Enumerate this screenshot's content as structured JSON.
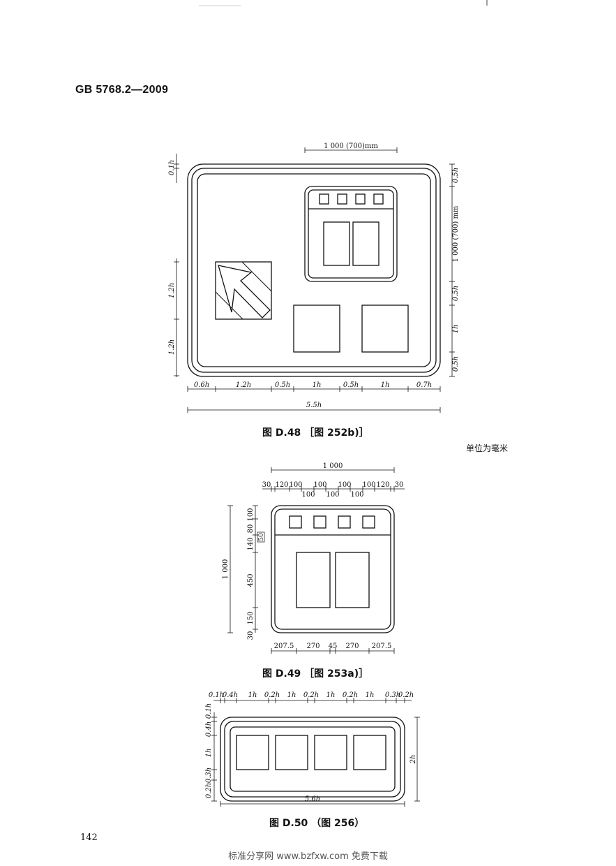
{
  "header": {
    "standard": "GB 5768.2—2009"
  },
  "figures": [
    {
      "caption": "图 D.48 ［图 252b)］",
      "dims": {
        "top_label": "1 000 (700)mm",
        "left_top": "0.1h",
        "left_mid1": "1.2h",
        "left_mid2": "1.2h",
        "right": [
          "0.5h",
          "1 000 (700) mm",
          "0.5h",
          "1h",
          "0.5h"
        ],
        "bottom": [
          "0.6h",
          "1.2h",
          "0.5h",
          "1h",
          "0.5h",
          "1h",
          "0.7h"
        ],
        "total": "5.5h"
      }
    },
    {
      "caption": "图 D.49 ［图 253a)］",
      "dims": {
        "top_total": "1 000",
        "top_upper": [
          "30",
          "120",
          "100",
          "100",
          "100",
          "100",
          "120",
          "30"
        ],
        "top_lower": [
          "100",
          "100",
          "100"
        ],
        "left_total": "1 000",
        "left": [
          "100",
          "80",
          "140",
          "450",
          "150",
          "30"
        ],
        "inner_small": "50",
        "bottom": [
          "207.5",
          "270",
          "45",
          "270",
          "207.5"
        ]
      }
    },
    {
      "caption": "图 D.50 （图 256）",
      "dims": {
        "top": [
          "0.1h",
          "0.4h",
          "1h",
          "0.2h",
          "1h",
          "0.2h",
          "1h",
          "0.2h",
          "1h",
          "0.3h",
          "0.2h"
        ],
        "left": [
          "0.1h",
          "0.4h",
          "1h",
          "0.3h",
          "0.2h"
        ],
        "right": "2h",
        "total": "5.6h"
      }
    }
  ],
  "unit_note": "单位为毫米",
  "page_number": "142",
  "footer": "标准分享网 www.bzfxw.com 免费下载"
}
